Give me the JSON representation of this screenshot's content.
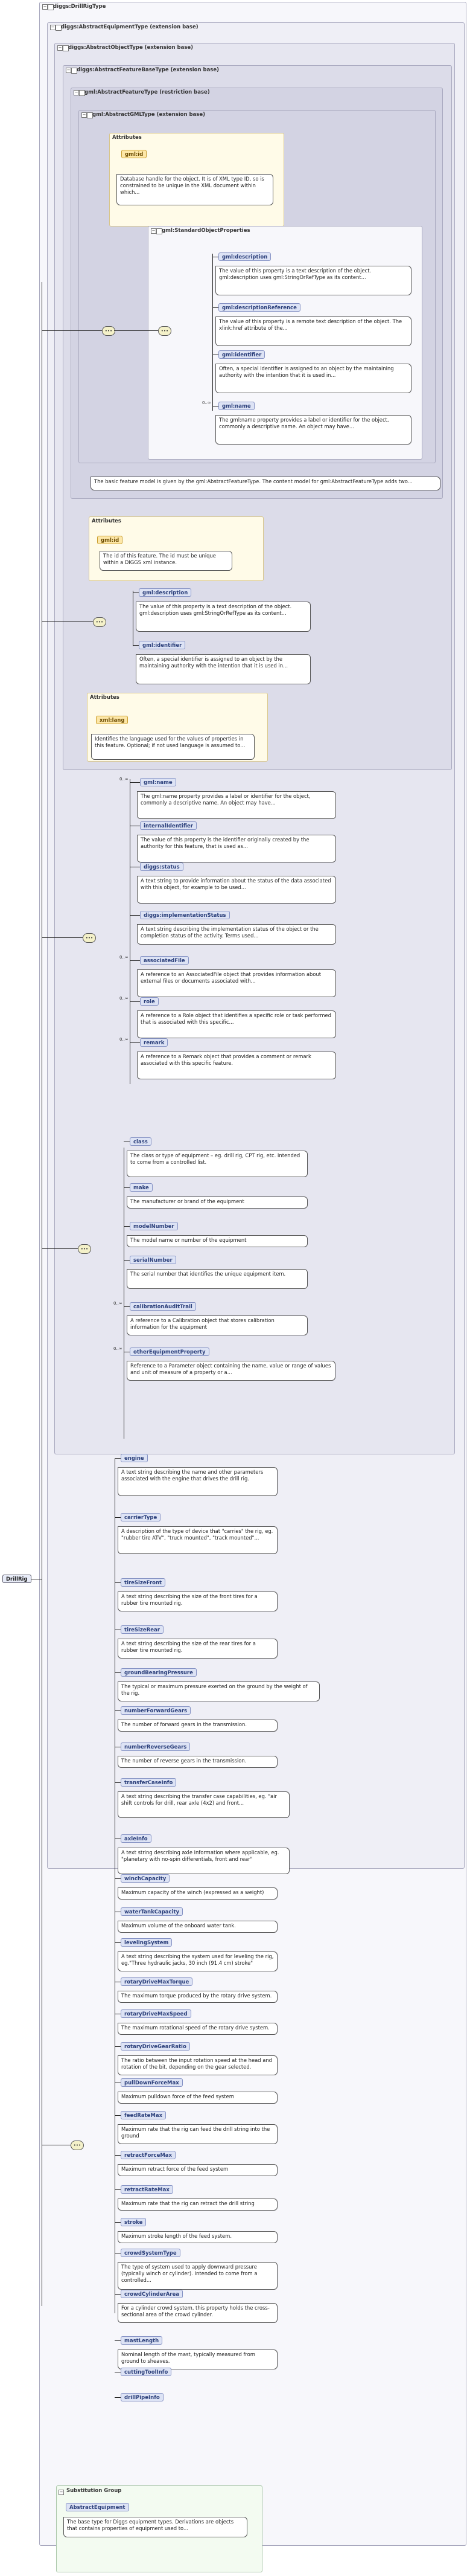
{
  "root": {
    "name": "DrillRig",
    "panel_title": "diggs:DrillRigType"
  },
  "panels": {
    "equipment": "diggs:AbstractEquipmentType (extension base)",
    "object": "diggs:AbstractObjectType (extension base)",
    "featurebase": "diggs:AbstractFeatureBaseType (extension base)",
    "gmlfeature": "gml:AbstractFeatureType (restriction base)",
    "gmlobject": "gml:AbstractGMLType (extension base)",
    "stdprops": "gml:StandardObjectProperties"
  },
  "attributes_label": "Attributes",
  "gml_attr": {
    "name": "gml:id",
    "doc": "Database handle for the object. It is of XML type ID, so is constrained to be unique in the XML document within which..."
  },
  "std_elements": [
    {
      "name": "gml:description",
      "doc": "The value of this property is a text description of the object. gml:description uses gml:StringOrRefType as its content..."
    },
    {
      "name": "gml:descriptionReference",
      "doc": "The value of this property is a remote text description of the object. The xlink:href attribute of the..."
    },
    {
      "name": "gml:identifier",
      "doc": "Often, a special identifier is assigned to an object by the maintaining authority with the intention that it is used in..."
    },
    {
      "name": "gml:name",
      "card": "0..∞",
      "doc": "The gml:name property provides a label or identifier for the object, commonly a descriptive name. An object may have..."
    }
  ],
  "featurebase_doc": "The basic feature model is given by the gml:AbstractFeatureType. The content model for gml:AbstractFeatureType adds two...",
  "fb_attr": {
    "name": "gml:id",
    "doc": "The id of this feature. The id must be unique within a DIGGS xml instance."
  },
  "fb_elements": [
    {
      "name": "gml:description",
      "doc": "The value of this property is a text description of the object. gml:description uses gml:StringOrRefType as its content..."
    },
    {
      "name": "gml:identifier",
      "doc": "Often, a special identifier is assigned to an object by the maintaining authority with the intention that it is used in..."
    }
  ],
  "obj_attr": {
    "name": "xml:lang",
    "doc": "Identifies the language used for the values of properties in this feature. Optional; if not used language is assumed to..."
  },
  "obj_elements": [
    {
      "name": "gml:name",
      "card": "0..∞",
      "doc": "The gml:name property provides a label or identifier for the object, commonly a descriptive name. An object may have..."
    },
    {
      "name": "internalIdentifier",
      "card": "",
      "doc": "The value of this property is the identifier originally created by the authority for this feature, that is used as..."
    },
    {
      "name": "diggs:status",
      "card": "",
      "doc": "A text string to provide information about the status of the data associated with this object, for example to be used..."
    },
    {
      "name": "diggs:implementationStatus",
      "card": "",
      "doc": "A text string describing the implementation status of the object or the completion status of the activity. Terms used..."
    },
    {
      "name": "associatedFile",
      "card": "0..∞",
      "doc": "A reference to an AssociatedFile object that provides information about external files or documents associated with..."
    },
    {
      "name": "role",
      "card": "0..∞",
      "doc": "A reference to a Role object that identifies a specific role or task performed that is associated with this specific..."
    },
    {
      "name": "remark",
      "card": "0..∞",
      "doc": "A reference to a Remark object that provides a comment or remark associated with this specific feature."
    }
  ],
  "equip_elements": [
    {
      "name": "class",
      "card": "",
      "doc": "The class or type of equipment – eg. drill rig, CPT rig, etc. Intended to come from a controlled list."
    },
    {
      "name": "make",
      "card": "",
      "doc": "The manufacturer or brand of the equipment"
    },
    {
      "name": "modelNumber",
      "card": "",
      "doc": "The model name or number of the equipment"
    },
    {
      "name": "serialNumber",
      "card": "",
      "doc": "The serial number that identifies the unique equipment item."
    },
    {
      "name": "calibrationAuditTrail",
      "card": "0..∞",
      "doc": "A reference to a Calibration object that stores calibration information for the equipment"
    },
    {
      "name": "otherEquipmentProperty",
      "card": "0..∞",
      "doc": "Reference to a Parameter object containing the name, value or range of values and unit of measure of a property or a..."
    }
  ],
  "rig_elements": [
    {
      "name": "engine",
      "doc": "A text string describing the name and other parameters associated with the engine that drives the drill rig."
    },
    {
      "name": "carrierType",
      "doc": "A description of the type of device that \"carries\" the rig, eg. \"rubber tire ATV\", \"truck mounted\", \"track mounted\"..."
    },
    {
      "name": "tireSizeFront",
      "doc": "A text string describing the size of the front tires for a rubber tire mounted rig."
    },
    {
      "name": "tireSizeRear",
      "doc": "A text string describing the size of the rear tires for a rubber tire mounted rig."
    },
    {
      "name": "groundBearingPressure",
      "doc": "The typical or maximum pressure exerted on the ground by the weight of the rig."
    },
    {
      "name": "numberForwardGears",
      "doc": "The number of forward gears in the transmission."
    },
    {
      "name": "numberReverseGears",
      "doc": "The number of reverse gears in the transmission."
    },
    {
      "name": "transferCaseInfo",
      "doc": "A text string describing the transfer case capabilities, eg. \"air shift controls for drill, rear axle (4x2) and front..."
    },
    {
      "name": "axleInfo",
      "doc": "A text string describing axle information where applicable, eg. \"planetary with no-spin differentials, front and rear\""
    },
    {
      "name": "winchCapacity",
      "doc": "Maximum capacity of the winch (expressed as a weight)"
    },
    {
      "name": "waterTankCapacity",
      "doc": "Maximum volume of the onboard water tank."
    },
    {
      "name": "levelingSystem",
      "doc": "A text string describing the system used for leveling the rig, eg.\"Three hydraulic jacks, 30 inch (91.4 cm) stroke\""
    },
    {
      "name": "rotaryDriveMaxTorque",
      "doc": "The maximum torque produced by the rotary drive system."
    },
    {
      "name": "rotaryDriveMaxSpeed",
      "doc": "The maximum rotational speed of the rotary drive system."
    },
    {
      "name": "rotaryDriveGearRatio",
      "doc": "The ratio between the input rotation speed at the head and rotation of the bit, depending on the gear selected."
    },
    {
      "name": "pullDownForceMax",
      "doc": "Maximum pulldown force of the feed system"
    },
    {
      "name": "feedRateMax",
      "doc": "Maximum rate that the rig can feed the drill string into the ground"
    },
    {
      "name": "retractForceMax",
      "doc": "Maximum retract force of the feed system"
    },
    {
      "name": "retractRateMax",
      "doc": "Maximum rate that the rig can retract the drill string"
    },
    {
      "name": "stroke",
      "doc": "Maximum stroke length of the feed system."
    },
    {
      "name": "crowdSystemType",
      "doc": "The type of system used to apply downward pressure (typically winch or cylinder). Intended to come from a controlled..."
    },
    {
      "name": "crowdCylinderArea",
      "doc": "For a cylinder crowd system, this property holds the cross-sectional area of the crowd cylinder."
    },
    {
      "name": "mastLength",
      "doc": "Nominal length of the mast, typically measured from ground to sheaves."
    },
    {
      "name": "cuttingToolInfo",
      "doc": ""
    },
    {
      "name": "drillPipeInfo",
      "doc": ""
    }
  ],
  "substitution": {
    "title": "Substitution Group",
    "element": "AbstractEquipment",
    "doc": "The base type for Diggs equipment types. Derivations are objects that contains properties of equipment used to..."
  }
}
